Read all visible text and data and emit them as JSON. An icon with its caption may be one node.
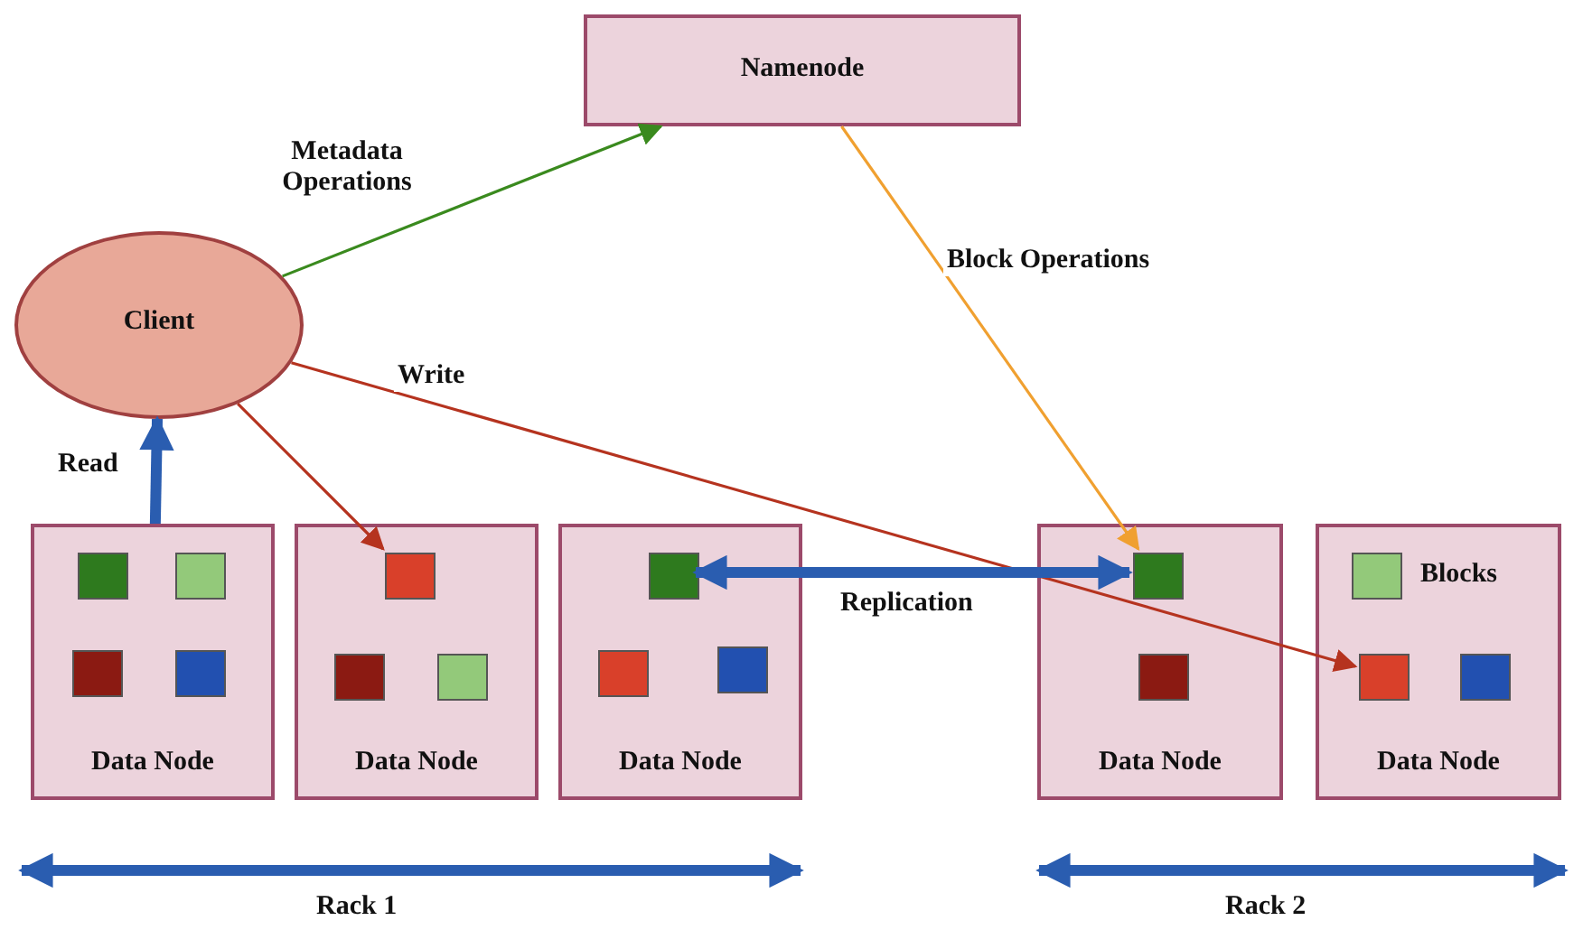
{
  "diagram": {
    "nodes": [
      {
        "text": [
          "Client"
        ]
      },
      {
        "text": [
          "Namenode"
        ]
      },
      {
        "text": [
          "Data Node"
        ]
      },
      {
        "text": [],
        "shape": "box",
        "in": 2
      },
      {
        "text": [],
        "shape": "box",
        "in": 2
      },
      {
        "text": [],
        "shape": "box",
        "in": 2
      },
      {
        "text": [],
        "shape": "box",
        "in": 2
      },
      {
        "text": [
          "Data Node"
        ]
      },
      {
        "text": [],
        "shape": "box",
        "in": 7
      },
      {
        "text": [],
        "shape": "box",
        "in": 7
      },
      {
        "text": [],
        "shape": "box",
        "in": 7
      },
      {
        "text": [
          "Data Node"
        ]
      },
      {
        "text": [],
        "shape": "box",
        "in": 11
      },
      {
        "text": [],
        "shape": "box",
        "in": 11
      },
      {
        "text": [],
        "shape": "box",
        "in": 11
      },
      {
        "text": [
          "Data Node"
        ]
      },
      {
        "text": [],
        "shape": "box",
        "in": 15
      },
      {
        "text": [],
        "shape": "box",
        "in": 15
      },
      {
        "text": [
          "Data Node"
        ]
      },
      {
        "text": [],
        "shape": "box",
        "in": 18,
        "beside": [
          "Blocks"
        ]
      },
      {
        "text": [],
        "shape": "box",
        "in": 18
      },
      {
        "text": [],
        "shape": "box",
        "in": 18
      }
    ],
    "edges": [
      {
        "from": 0,
        "to": 1,
        "arrow": "to",
        "label": "Metadata Operations",
        "color": "#3a8a1e"
      },
      {
        "from": 1,
        "to": 16,
        "arrow": "to",
        "label": "Block Operations",
        "color": "#f0a030"
      },
      {
        "from": 0,
        "to": 8,
        "arrow": "to",
        "color": "#b5331f"
      },
      {
        "from": 0,
        "to": 20,
        "arrow": "to",
        "label": "Write",
        "color": "#b5331f"
      },
      {
        "from": 2,
        "to": 0,
        "arrow": "to",
        "label": "Read",
        "style": "thick",
        "color": "#2a5db0"
      },
      {
        "from": 12,
        "to": 16,
        "arrow": "both",
        "label": "Replication",
        "style": "thick",
        "color": "#2a5db0"
      }
    ],
    "labels": [
      "Rack 1",
      "Rack 2"
    ]
  }
}
